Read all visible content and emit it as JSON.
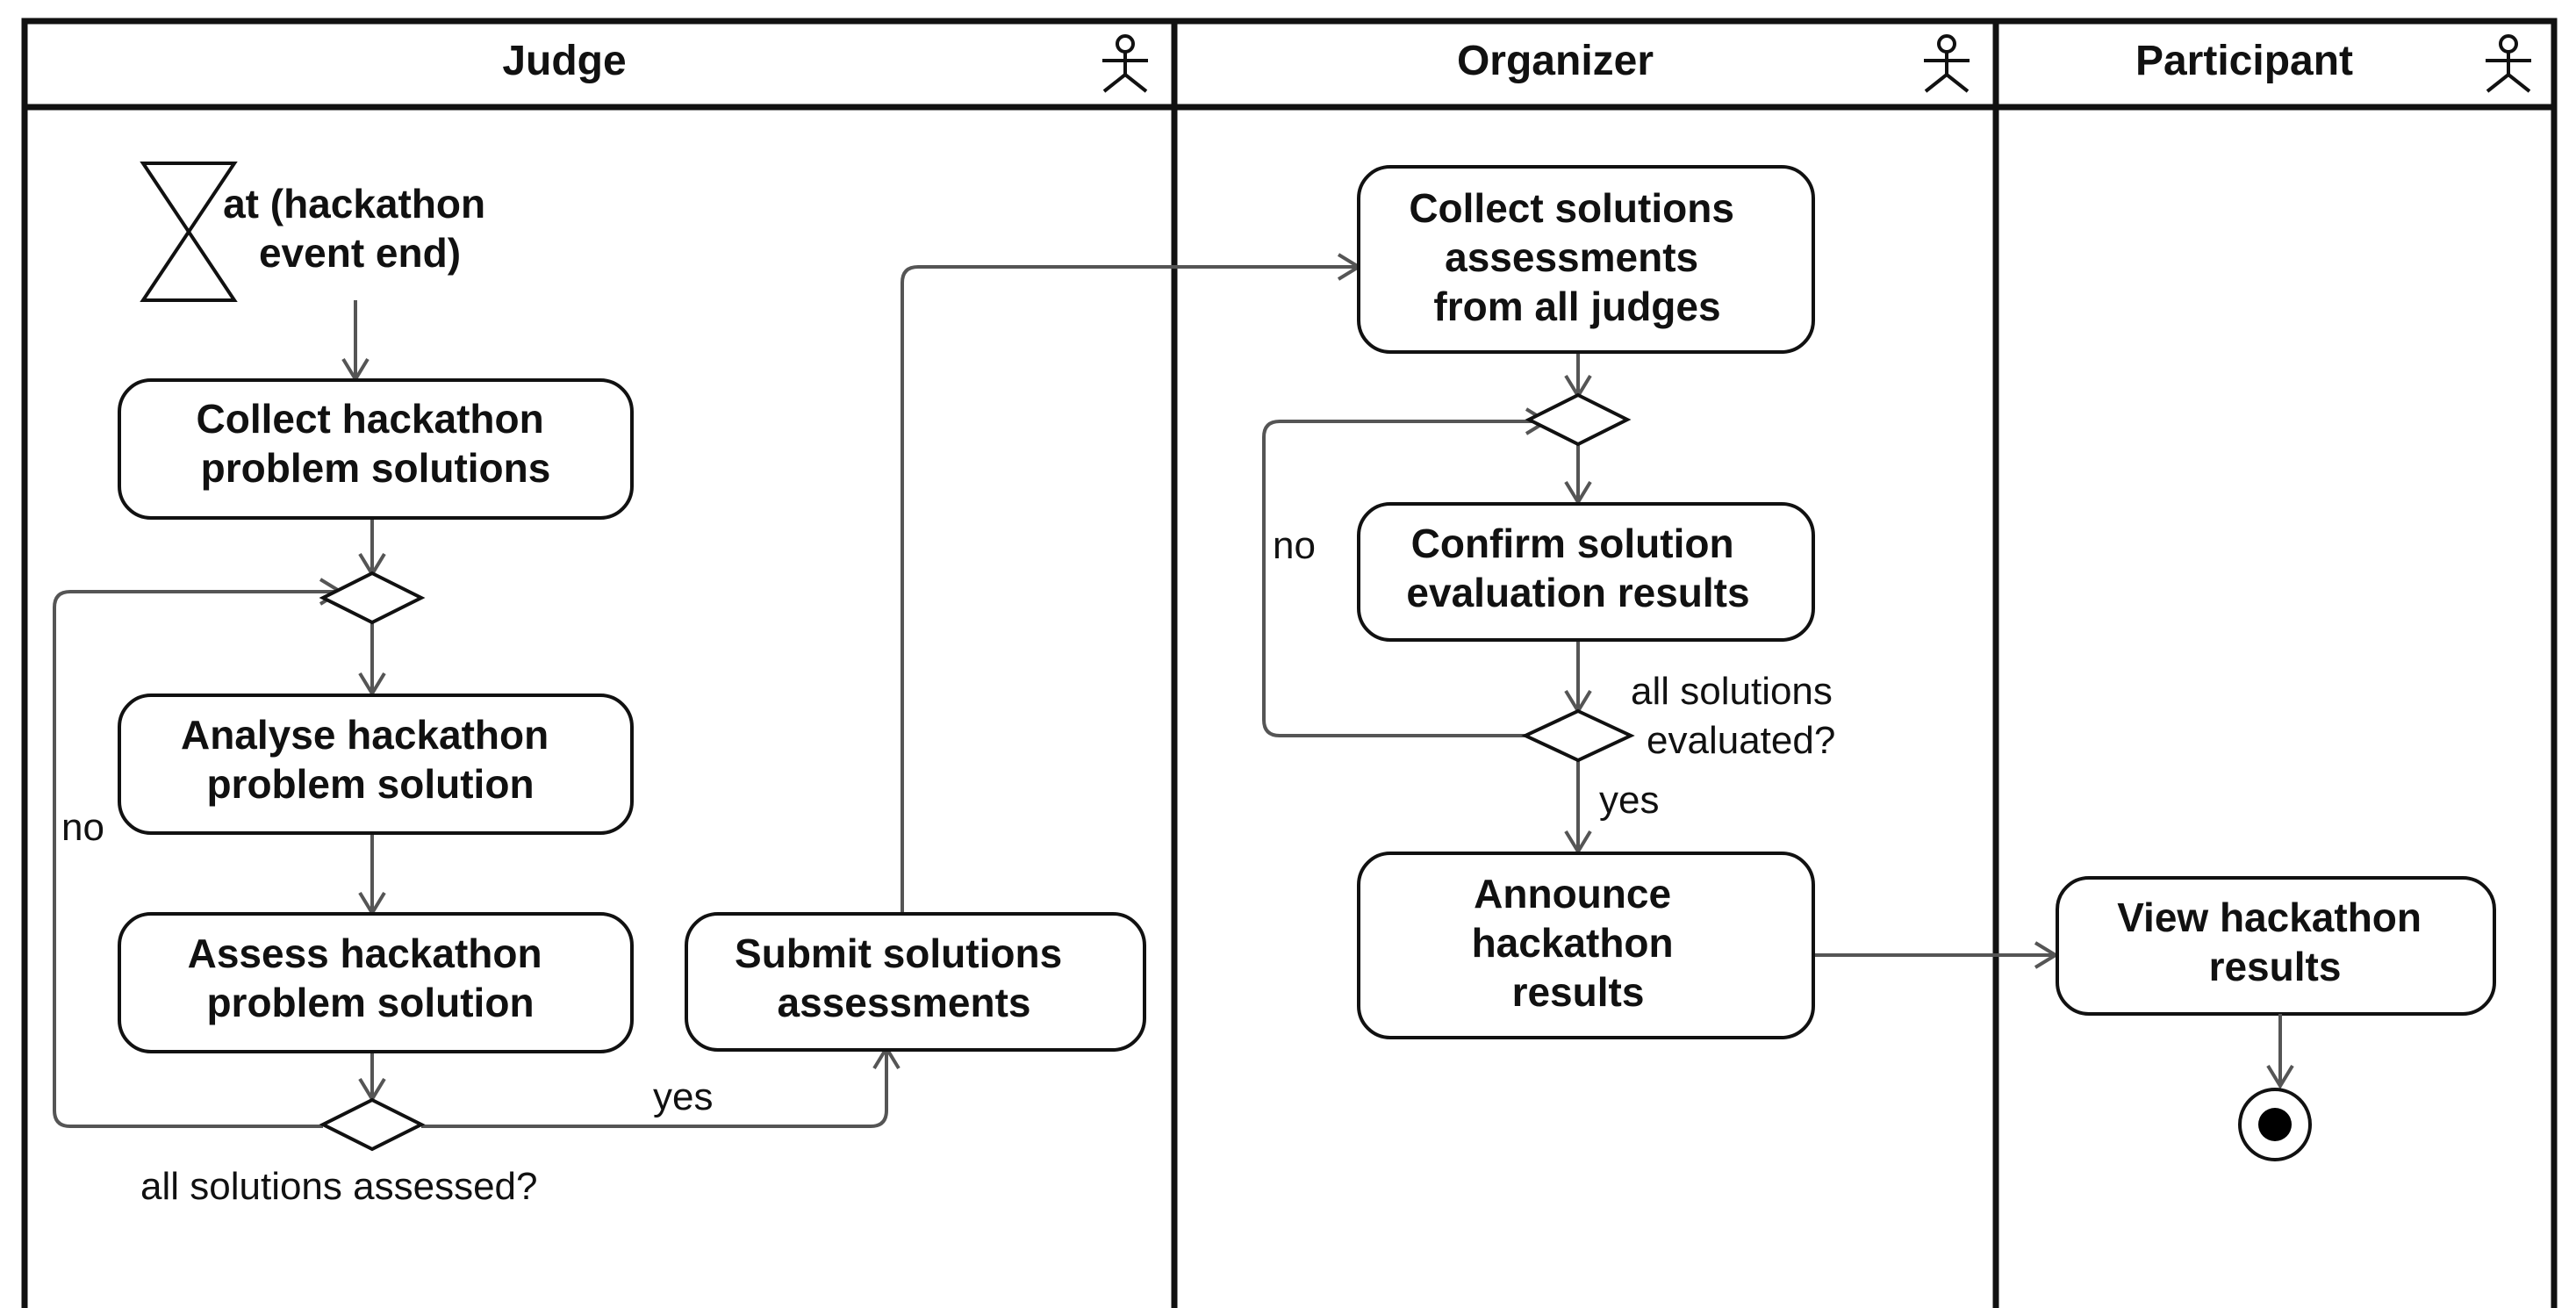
{
  "lanes": {
    "judge": "Judge",
    "organizer": "Organizer",
    "participant": "Participant"
  },
  "nodes": {
    "time_event": [
      "at (hackathon",
      "event end)"
    ],
    "collect_solutions": [
      "Collect hackathon",
      "problem solutions"
    ],
    "analyse_solution": [
      "Analyse hackathon",
      "problem solution"
    ],
    "assess_solution": [
      "Assess hackathon",
      "problem solution"
    ],
    "submit_assessments": [
      "Submit solutions",
      "assessments"
    ],
    "collect_assessments": [
      "Collect solutions",
      "assessments",
      "from all judges"
    ],
    "confirm_results": [
      "Confirm solution",
      "evaluation results"
    ],
    "announce_results": [
      "Announce",
      "hackathon",
      "results"
    ],
    "view_results": [
      "View hackathon",
      "results"
    ]
  },
  "guards": {
    "judge_no": "no",
    "judge_yes": "yes",
    "judge_decision": "all solutions assessed?",
    "organizer_no": "no",
    "organizer_decision": [
      "all solutions",
      "evaluated?"
    ],
    "organizer_yes": "yes"
  }
}
